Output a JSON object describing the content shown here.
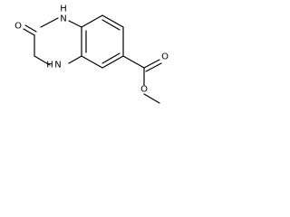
{
  "molecule": {
    "atoms": {
      "carbonyl_o_left": "O",
      "nh_top": "N",
      "nh_top_h": "H",
      "nh_bottom_h": "H",
      "nh_bottom": "N",
      "ester_carbonyl_o": "O",
      "ester_o": "O"
    }
  },
  "colors": {
    "bond": "#000000",
    "label": "#000000",
    "background": "#ffffff"
  }
}
